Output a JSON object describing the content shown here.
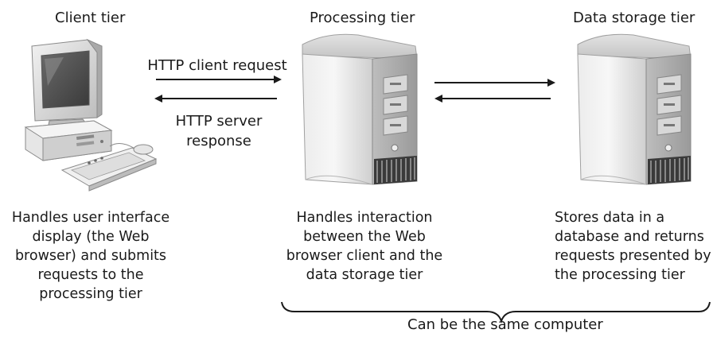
{
  "tiers": {
    "client": {
      "title": "Client tier",
      "description": [
        "Handles user interface",
        "display (the Web",
        "browser) and submits",
        "requests to the",
        "processing tier"
      ]
    },
    "processing": {
      "title": "Processing tier",
      "description": [
        "Handles interaction",
        "between the Web",
        "browser client and the",
        "data storage tier"
      ]
    },
    "storage": {
      "title": "Data storage tier",
      "description": [
        "Stores data in a",
        "database and returns",
        "requests presented by",
        "the processing tier"
      ]
    }
  },
  "arrows": {
    "request_label": "HTTP client request",
    "response_label": [
      "HTTP server",
      "response"
    ]
  },
  "brace_label": "Can be the same computer",
  "icons": [
    "desktop-computer-icon",
    "server-tower-icon",
    "server-tower-icon"
  ]
}
